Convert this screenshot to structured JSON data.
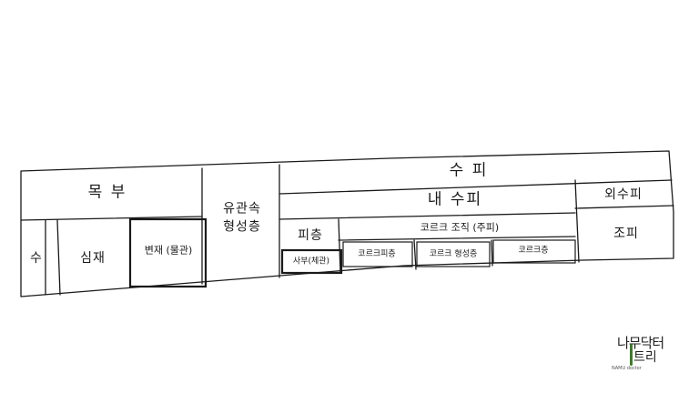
{
  "diagram": {
    "wood": {
      "title": "목 부",
      "pith": "수",
      "heartwood": "심재",
      "sapwood": "변재 (물관)"
    },
    "cambium": {
      "line1": "유관속",
      "line2": "형성층"
    },
    "bark": {
      "title": "수 피",
      "inner_bark": {
        "title": "내 수피",
        "cortex": "피층",
        "phloem": "사부(체관)",
        "cork_tissue": {
          "title": "코르크 조직 (주피)",
          "phelloderm": "코르크피층",
          "cork_cambium": "코르크 형성층",
          "cork_layer": "코르크층"
        }
      },
      "outer_bark": {
        "title": "외수피",
        "rhytidome": "조피"
      }
    }
  },
  "logo": {
    "line1": "나무닥터",
    "line2": "트리",
    "sub": "NAMU doctor"
  }
}
